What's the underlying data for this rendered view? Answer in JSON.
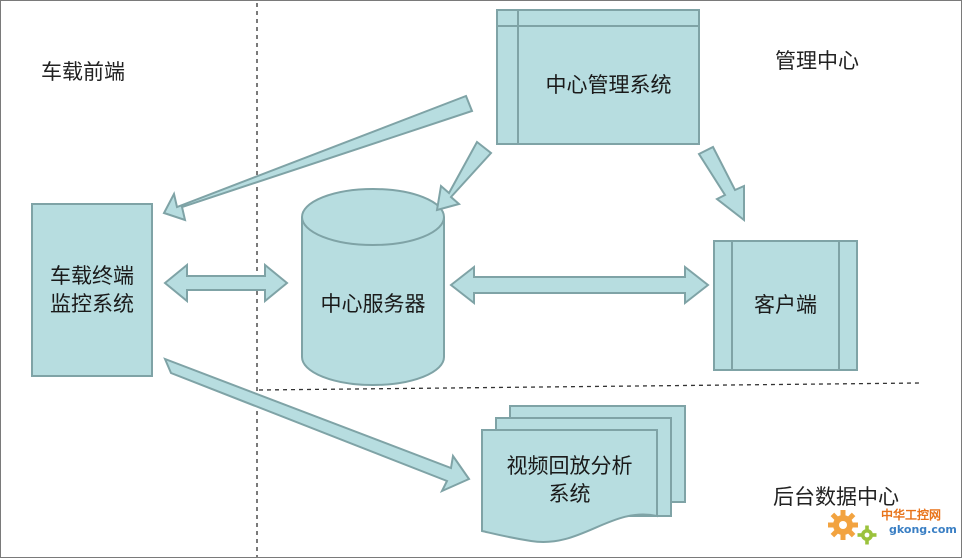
{
  "colors": {
    "fill": "#b7dde0",
    "stroke": "#7fa3a6",
    "divider": "#333333",
    "watermark_orange": "#e8731a",
    "watermark_blue": "#3a7fc4"
  },
  "regions": {
    "vehicle_front": "车载前端",
    "management_center": "管理中心",
    "backend_data_center": "后台数据中心"
  },
  "nodes": {
    "central_management": "中心管理系统",
    "vehicle_terminal_line1": "车载终端",
    "vehicle_terminal_line2": "监控系统",
    "central_server": "中心服务器",
    "client": "客户端",
    "video_playback_line1": "视频回放分析",
    "video_playback_line2": "系统"
  },
  "watermark": {
    "title": "中华工控网",
    "url": "gkong.com",
    "icon": "gear-icon"
  }
}
